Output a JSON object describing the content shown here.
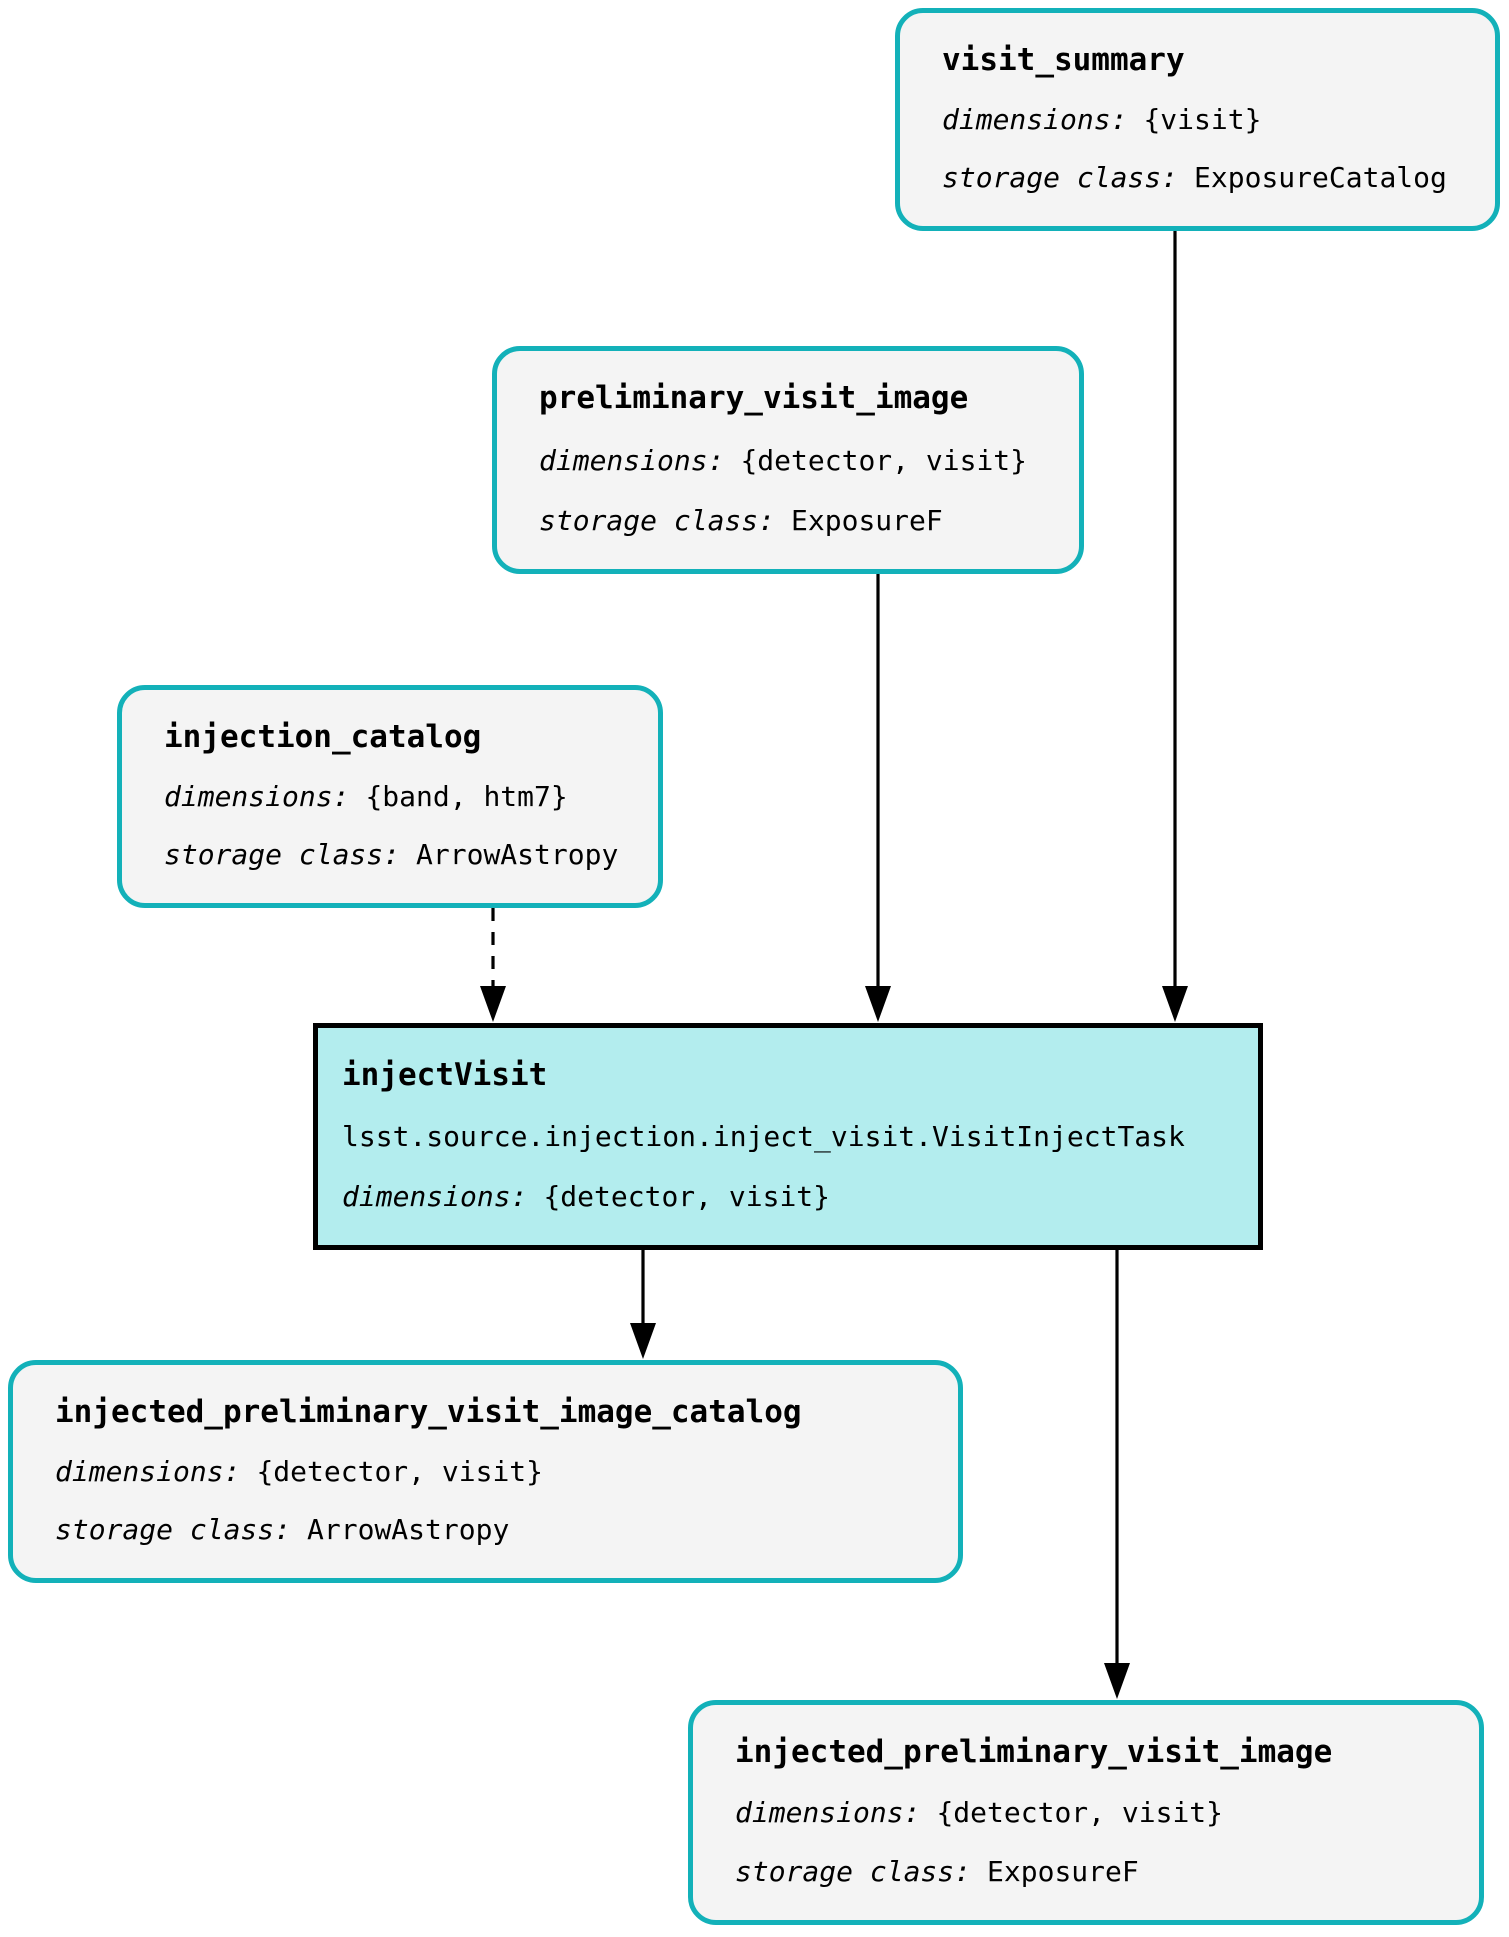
{
  "diagram": {
    "labels": {
      "dimensions": "dimensions:",
      "storage_class": "storage class:"
    },
    "nodes": {
      "visit_summary": {
        "type": "dataset",
        "title": "visit_summary",
        "dimensions": "{visit}",
        "storage_class": "ExposureCatalog"
      },
      "preliminary_visit_image": {
        "type": "dataset",
        "title": "preliminary_visit_image",
        "dimensions": "{detector, visit}",
        "storage_class": "ExposureF"
      },
      "injection_catalog": {
        "type": "dataset",
        "title": "injection_catalog",
        "dimensions": "{band, htm7}",
        "storage_class": "ArrowAstropy"
      },
      "injectVisit": {
        "type": "task",
        "title": "injectVisit",
        "task_class": "lsst.source.injection.inject_visit.VisitInjectTask",
        "dimensions": "{detector, visit}"
      },
      "injected_preliminary_visit_image_catalog": {
        "type": "dataset",
        "title": "injected_preliminary_visit_image_catalog",
        "dimensions": "{detector, visit}",
        "storage_class": "ArrowAstropy"
      },
      "injected_preliminary_visit_image": {
        "type": "dataset",
        "title": "injected_preliminary_visit_image",
        "dimensions": "{detector, visit}",
        "storage_class": "ExposureF"
      }
    },
    "edges": [
      {
        "from": "visit_summary",
        "to": "injectVisit",
        "style": "solid"
      },
      {
        "from": "preliminary_visit_image",
        "to": "injectVisit",
        "style": "solid"
      },
      {
        "from": "injection_catalog",
        "to": "injectVisit",
        "style": "dashed"
      },
      {
        "from": "injectVisit",
        "to": "injected_preliminary_visit_image_catalog",
        "style": "solid"
      },
      {
        "from": "injectVisit",
        "to": "injected_preliminary_visit_image",
        "style": "solid"
      }
    ],
    "colors": {
      "teal_border": "#13b1b9",
      "dataset_fill": "#f4f4f4",
      "task_fill": "#b3edee",
      "task_border": "#000000",
      "edge": "#000000",
      "text": "#000000",
      "background": "#ffffff"
    }
  }
}
